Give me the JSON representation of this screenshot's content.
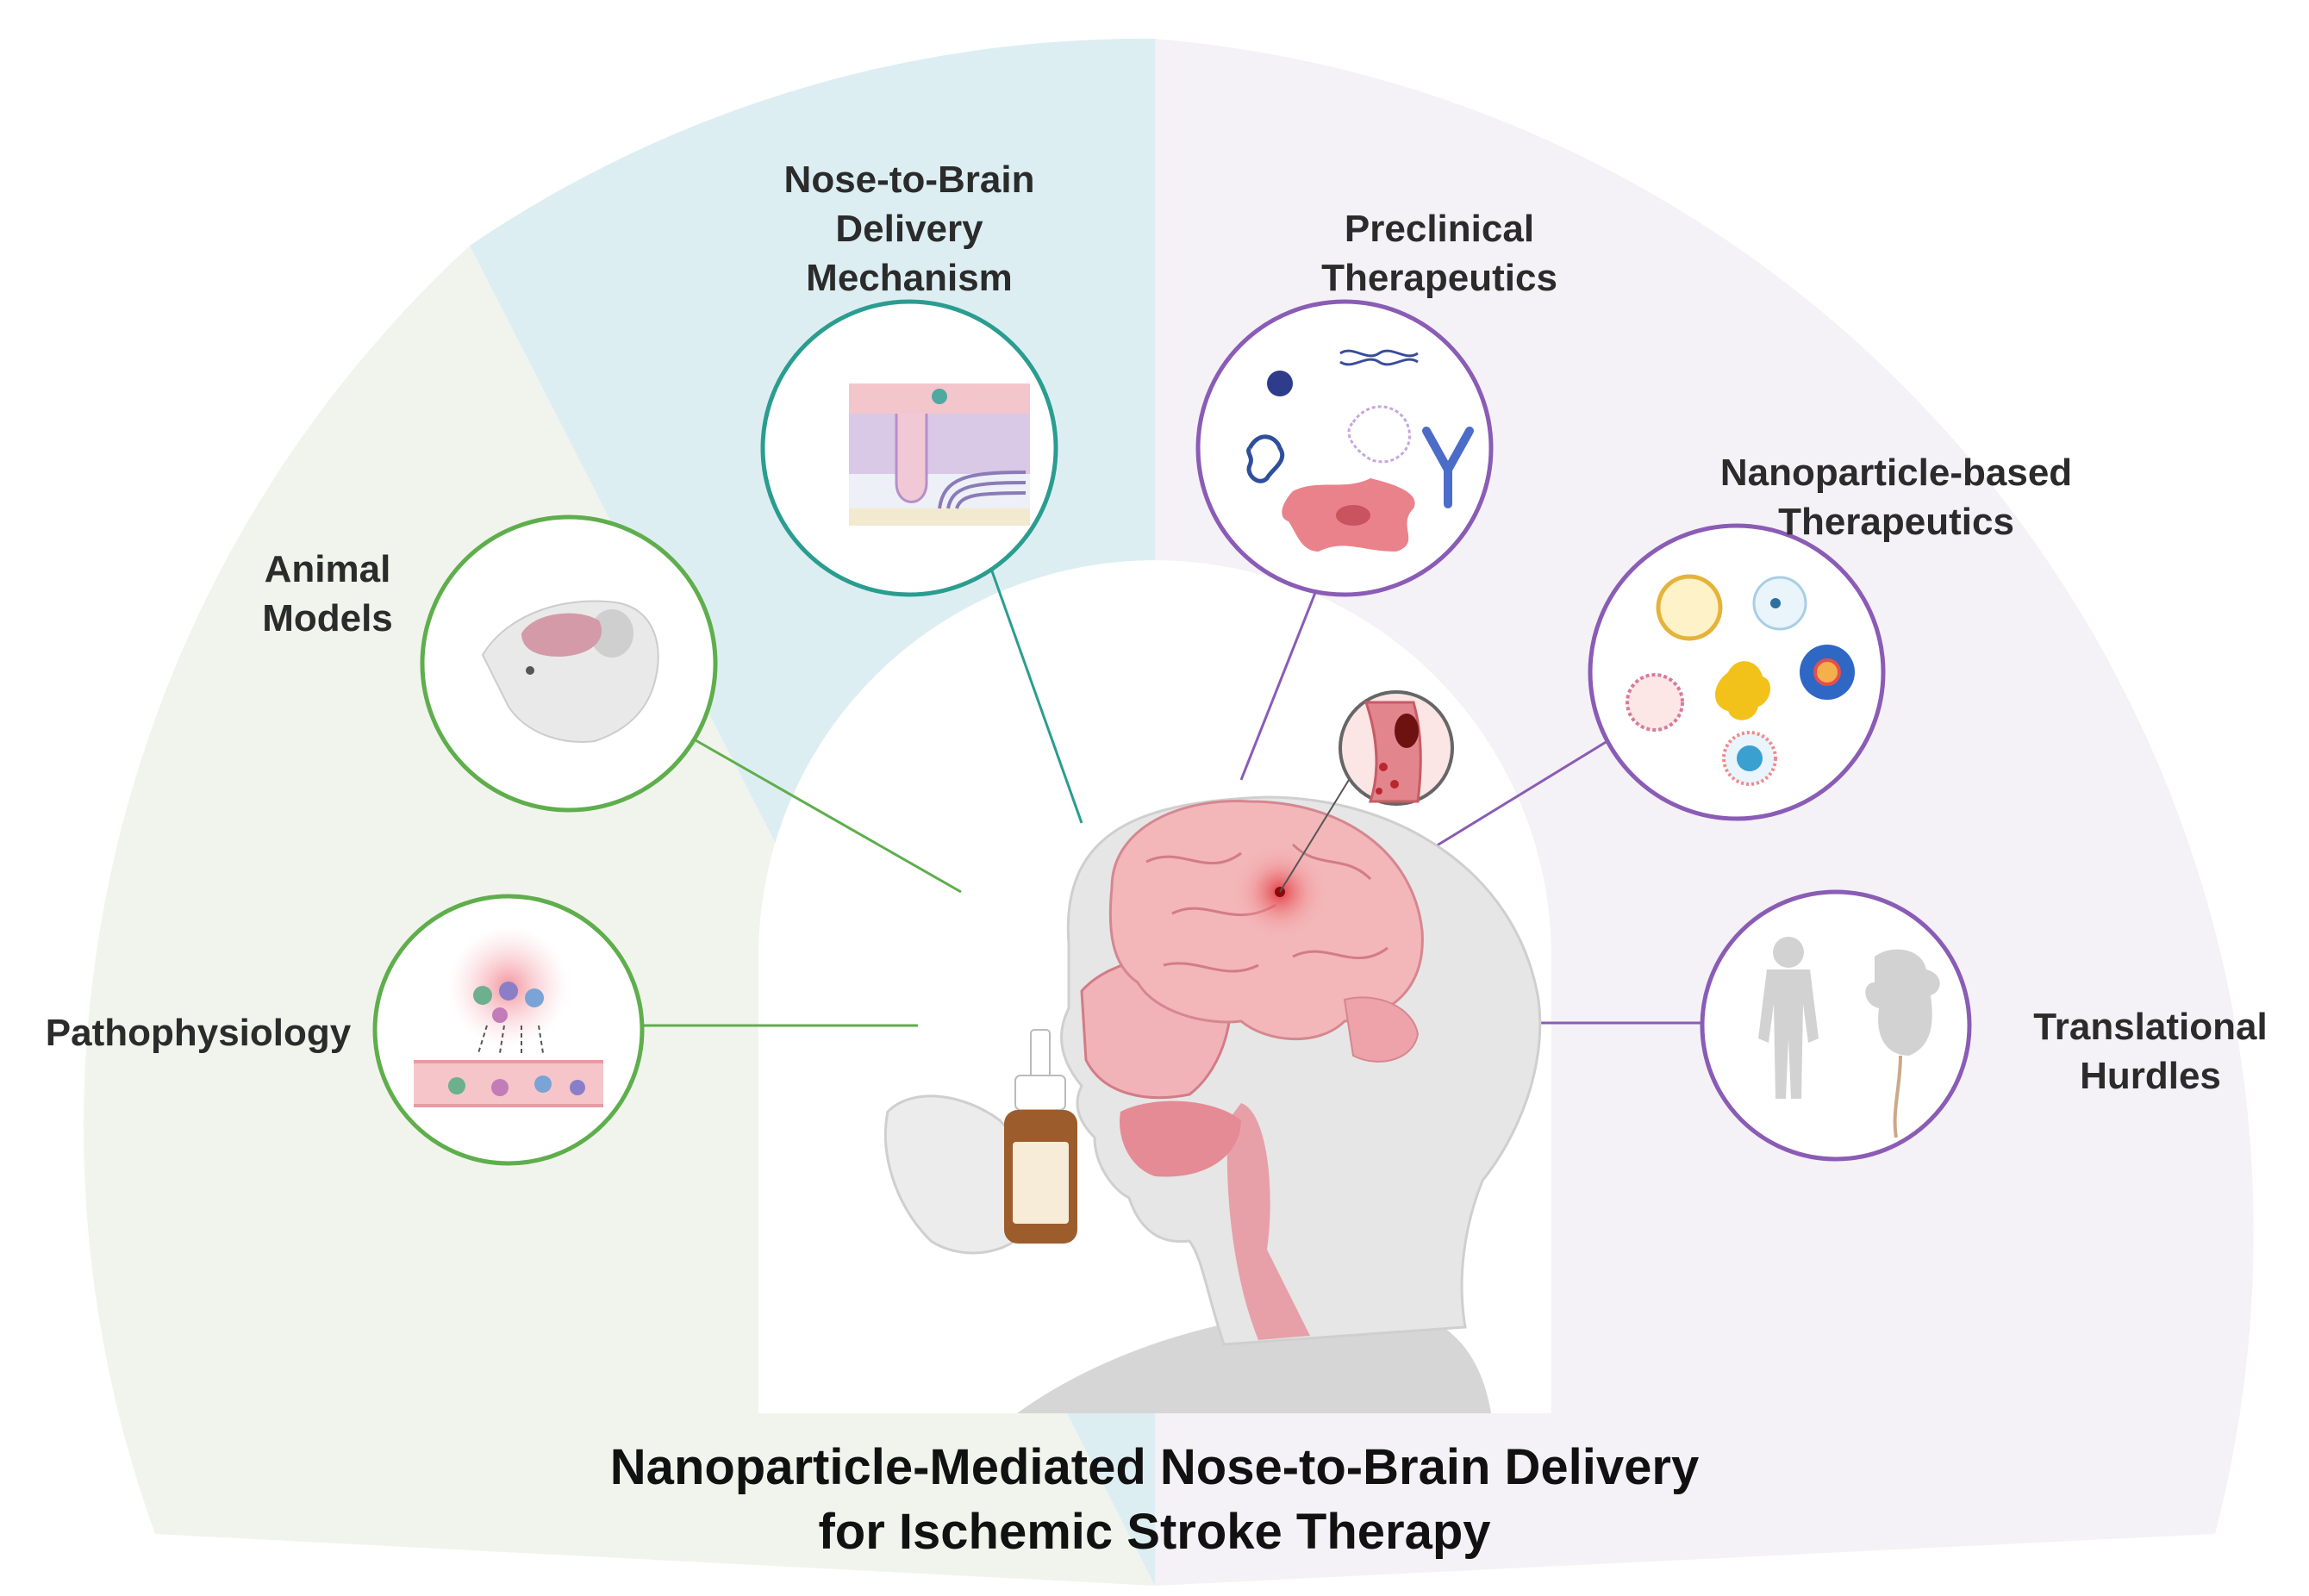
{
  "title": {
    "line1": "Nanoparticle-Mediated Nose-to-Brain Delivery",
    "line2": "for Ischemic Stroke Therapy"
  },
  "sections": {
    "nose_to_brain": {
      "line1": "Nose-to-Brain",
      "line2": "Delivery",
      "line3": "Mechanism",
      "color": "#2a9d8f"
    },
    "animal_models": {
      "line1": "Animal",
      "line2": "Models",
      "color": "#5fae4c"
    },
    "pathophysiology": {
      "line1": "Pathophysiology",
      "color": "#5fae4c"
    },
    "preclinical": {
      "line1": "Preclinical",
      "line2": "Therapeutics",
      "color": "#8a5cb5"
    },
    "nanoparticle": {
      "line1": "Nanoparticle-based",
      "line2": "Therapeutics",
      "color": "#8a5cb5"
    },
    "translational": {
      "line1": "Translational",
      "line2": "Hurdles",
      "color": "#8a5cb5"
    }
  },
  "colors": {
    "green_sector": "#f1f4ec",
    "blue_sector": "#ddeef3",
    "purple_sector": "#f4f1f7"
  }
}
